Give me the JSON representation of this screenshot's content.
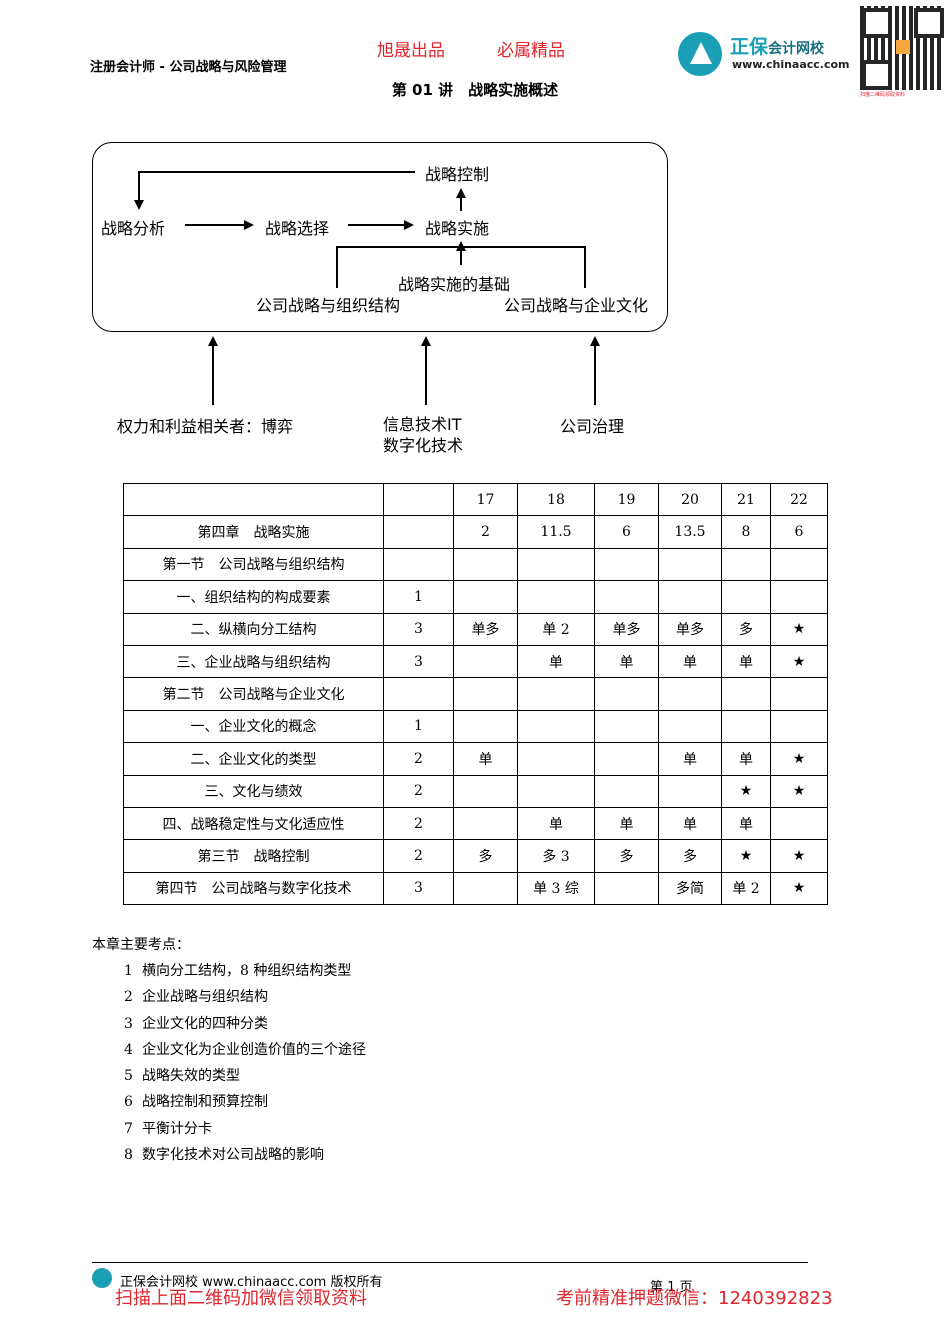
{
  "header": {
    "left_title": "注册会计师 - 公司战略与风险管理",
    "red_left": "旭晟出品",
    "red_right": "必属精品",
    "lecture_title": "第 01 讲　战略实施概述",
    "logo_name": "正保",
    "logo_sub": "会计网校",
    "logo_url": "www.chinaacc.com",
    "qr_note": "扫描二维码领取资料"
  },
  "diagram": {
    "control": "战略控制",
    "analysis": "战略分析",
    "choice": "战略选择",
    "implementation": "战略实施",
    "basis": "战略实施的基础",
    "org_structure": "公司战略与组织结构",
    "culture": "公司战略与企业文化",
    "power": "权力和利益相关者：博弈",
    "it_line1": "信息技术IT",
    "it_line2": "数字化技术",
    "governance": "公司治理"
  },
  "table": {
    "header": [
      "",
      "",
      "17",
      "18",
      "19",
      "20",
      "21",
      "22"
    ],
    "rows": [
      [
        "第四章　战略实施",
        "",
        "2",
        "11.5",
        "6",
        "13.5",
        "8",
        "6"
      ],
      [
        "第一节　公司战略与组织结构",
        "",
        "",
        "",
        "",
        "",
        "",
        ""
      ],
      [
        "一、组织结构的构成要素",
        "1",
        "",
        "",
        "",
        "",
        "",
        ""
      ],
      [
        "二、纵横向分工结构",
        "3",
        "单多",
        "单 2",
        "单多",
        "单多",
        "多",
        "★"
      ],
      [
        "三、企业战略与组织结构",
        "3",
        "",
        "单",
        "单",
        "单",
        "单",
        "★"
      ],
      [
        "第二节　公司战略与企业文化",
        "",
        "",
        "",
        "",
        "",
        "",
        ""
      ],
      [
        "一、企业文化的概念",
        "1",
        "",
        "",
        "",
        "",
        "",
        ""
      ],
      [
        "二、企业文化的类型",
        "2",
        "单",
        "",
        "",
        "单",
        "单",
        "★"
      ],
      [
        "三、文化与绩效",
        "2",
        "",
        "",
        "",
        "",
        "★",
        "★"
      ],
      [
        "四、战略稳定性与文化适应性",
        "2",
        "",
        "单",
        "单",
        "单",
        "单",
        ""
      ],
      [
        "第三节　战略控制",
        "2",
        "多",
        "多 3",
        "多",
        "多",
        "★",
        "★"
      ],
      [
        "第四节　公司战略与数字化技术",
        "3",
        "",
        "单 3 综",
        "",
        "多简",
        "单 2",
        "★"
      ]
    ]
  },
  "key_points": {
    "title": "本章主要考点：",
    "items": [
      {
        "num": "1",
        "text": "横向分工结构，8 种组织结构类型"
      },
      {
        "num": "2",
        "text": "企业战略与组织结构"
      },
      {
        "num": "3",
        "text": "企业文化的四种分类"
      },
      {
        "num": "4",
        "text": "企业文化为企业创造价值的三个途径"
      },
      {
        "num": "5",
        "text": "战略失效的类型"
      },
      {
        "num": "6",
        "text": "战略控制和预算控制"
      },
      {
        "num": "7",
        "text": "平衡计分卡"
      },
      {
        "num": "8",
        "text": "数字化技术对公司战略的影响"
      }
    ]
  },
  "footer": {
    "copyright": "正保会计网校 www.chinaacc.com 版权所有",
    "page": "第 1 页",
    "red_left": "扫描上面二维码加微信领取资料",
    "red_right": "考前精准押题微信：1240392823"
  }
}
